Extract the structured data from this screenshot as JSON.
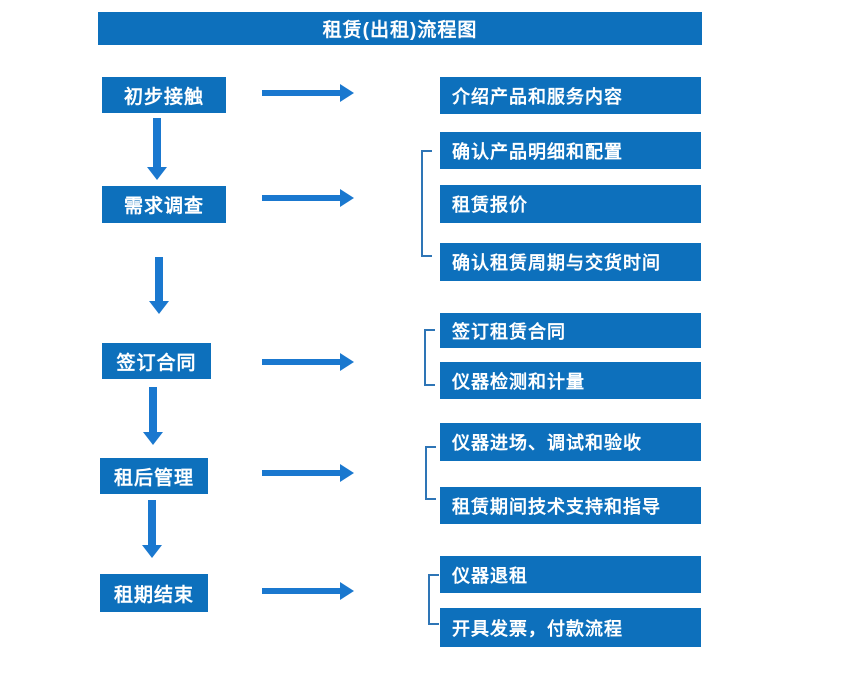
{
  "title": "租赁(出租)流程图",
  "colors": {
    "box": "#0d70bc",
    "arrow": "#1a78cf",
    "bracket": "#2e75b6",
    "text": "#ffffff"
  },
  "stages": [
    {
      "label": "初步接触",
      "outputs": [
        "介绍产品和服务内容"
      ]
    },
    {
      "label": "需求调查",
      "outputs": [
        "确认产品明细和配置",
        "租赁报价",
        "确认租赁周期与交货时间"
      ]
    },
    {
      "label": "签订合同",
      "outputs": [
        "签订租赁合同",
        "仪器检测和计量"
      ]
    },
    {
      "label": "租后管理",
      "outputs": [
        "仪器进场、调试和验收",
        "租赁期间技术支持和指导"
      ]
    },
    {
      "label": "租期结束",
      "outputs": [
        "仪器退租",
        "开具发票，付款流程"
      ]
    }
  ]
}
